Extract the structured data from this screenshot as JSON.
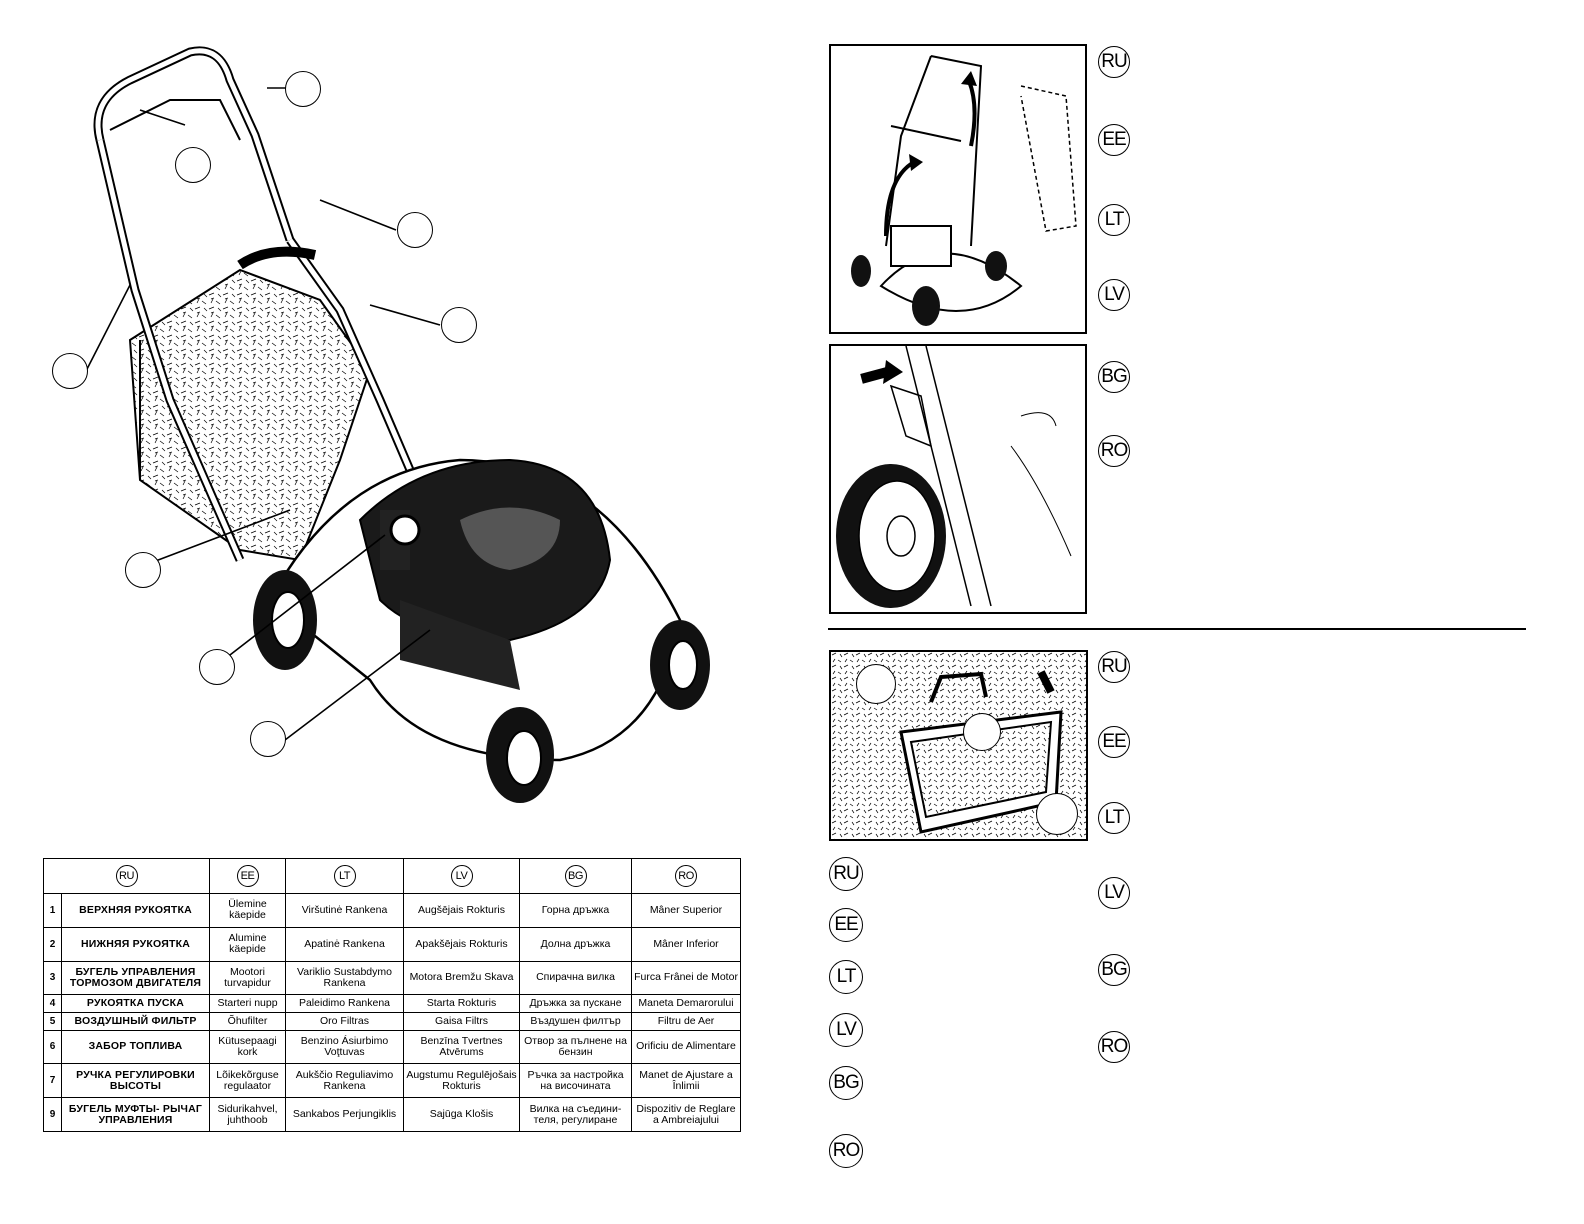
{
  "languages": {
    "ru": "RU",
    "ee": "EE",
    "lt": "LT",
    "lv": "LV",
    "bg": "BG",
    "ro": "RO"
  },
  "parts_table": {
    "header": [
      "RU",
      "EE",
      "LT",
      "LV",
      "BG",
      "RO"
    ],
    "rows": [
      {
        "num": "1",
        "ru": "ВЕРХНЯЯ РУКОЯТКА",
        "ee": "Ülemine käepide",
        "lt": "Viršutinė Rankena",
        "lv": "Augšējais Rokturis",
        "bg": "Горна дръжка",
        "ro": "Mâner Superior"
      },
      {
        "num": "2",
        "ru": "НИЖНЯЯ РУКОЯТКА",
        "ee": "Alumine käepide",
        "lt": "Apatinė Rankena",
        "lv": "Apakšējais Rokturis",
        "bg": "Долна дръжка",
        "ro": "Mâner Inferior"
      },
      {
        "num": "3",
        "ru": "БУГЕЛЬ УПРАВЛЕНИЯ ТОРМОЗОМ ДВИГАТЕЛЯ",
        "ee": "Mootori turvapidur",
        "lt": "Variklio Sustabdymo Rankena",
        "lv": "Motora Bremžu Skava",
        "bg": "Спирачна вилка",
        "ro": "Furca Frânei de Motor"
      },
      {
        "num": "4",
        "ru": "РУКОЯТКА ПУСКА",
        "ee": "Starteri nupp",
        "lt": "Paleidimo Rankena",
        "lv": "Starta Rokturis",
        "bg": "Дръжка за пускане",
        "ro": "Maneta Demarorului"
      },
      {
        "num": "5",
        "ru": "ВОЗДУШНЫЙ ФИЛЬТР",
        "ee": "Õhufilter",
        "lt": "Oro Filtras",
        "lv": "Gaisa Filtrs",
        "bg": "Въздушен филтър",
        "ro": "Filtru de Aer"
      },
      {
        "num": "6",
        "ru": "ЗАБОР ТОПЛИВА",
        "ee": "Kütusepaagi kork",
        "lt": "Benzino Ásiurbimo Voţtuvas",
        "lv": "Benzīna Tvertnes Atvērums",
        "bg": "Отвор за пълнене на бензин",
        "ro": "Orificiu de Alimentare"
      },
      {
        "num": "7",
        "ru": "РУЧКА РЕГУЛИРОВКИ ВЫСОТЫ",
        "ee": "Lõikekõrguse regulaator",
        "lt": "Aukščio Reguliavimo Rankena",
        "lv": "Augstumu Regulējošais Rokturis",
        "bg": "Ръчка за настройка на височината",
        "ro": "Manet de Ajustare a Înlimii"
      },
      {
        "num": "9",
        "ru": "БУГЕЛЬ МУФТЫ- РЫЧАГ УПРАВЛЕНИЯ",
        "ee": "Sidurikahvel, juhthoob",
        "lt": "Sankabos Perjungiklis",
        "lv": "Sajūga Klošis",
        "bg": "Вилка на съедини- теля, регулиране",
        "ro": "Dispozitiv de Reglare a Ambreiajului"
      }
    ]
  },
  "figures": {
    "fig_handle": "handle-fold-illustration",
    "fig_wheel": "height-adjust-wheel-illustration",
    "fig_bag": "grass-bag-illustration",
    "main": "lawnmower-overview-illustration"
  },
  "icons": {
    "callout": "callout-circle-icon",
    "arrow": "arrow-icon"
  }
}
